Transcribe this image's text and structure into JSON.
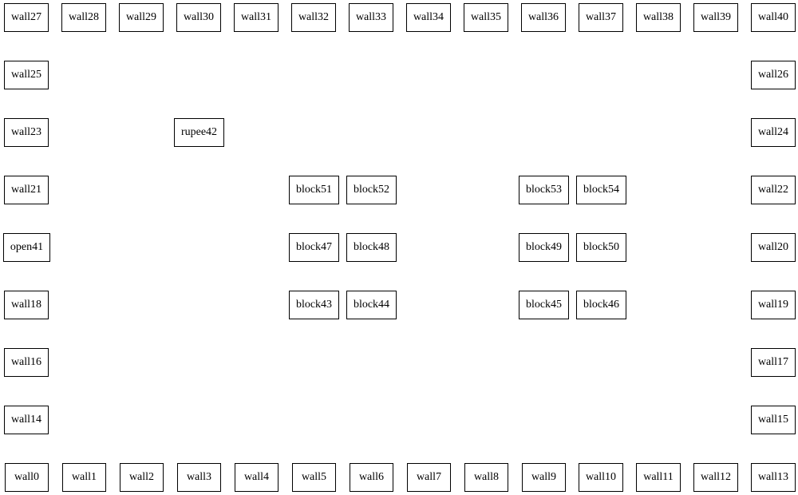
{
  "grid": {
    "nodes": [
      {
        "label": "wall27",
        "kind": "wall",
        "col": 0,
        "row": 0
      },
      {
        "label": "wall28",
        "kind": "wall",
        "col": 1,
        "row": 0
      },
      {
        "label": "wall29",
        "kind": "wall",
        "col": 2,
        "row": 0
      },
      {
        "label": "wall30",
        "kind": "wall",
        "col": 3,
        "row": 0
      },
      {
        "label": "wall31",
        "kind": "wall",
        "col": 4,
        "row": 0
      },
      {
        "label": "wall32",
        "kind": "wall",
        "col": 5,
        "row": 0
      },
      {
        "label": "wall33",
        "kind": "wall",
        "col": 6,
        "row": 0
      },
      {
        "label": "wall34",
        "kind": "wall",
        "col": 7,
        "row": 0
      },
      {
        "label": "wall35",
        "kind": "wall",
        "col": 8,
        "row": 0
      },
      {
        "label": "wall36",
        "kind": "wall",
        "col": 9,
        "row": 0
      },
      {
        "label": "wall37",
        "kind": "wall",
        "col": 10,
        "row": 0
      },
      {
        "label": "wall38",
        "kind": "wall",
        "col": 11,
        "row": 0
      },
      {
        "label": "wall39",
        "kind": "wall",
        "col": 12,
        "row": 0
      },
      {
        "label": "wall40",
        "kind": "wall",
        "col": 13,
        "row": 0
      },
      {
        "label": "wall25",
        "kind": "wall",
        "col": 0,
        "row": 1
      },
      {
        "label": "wall26",
        "kind": "wall",
        "col": 13,
        "row": 1
      },
      {
        "label": "wall23",
        "kind": "wall",
        "col": 0,
        "row": 2
      },
      {
        "label": "rupee42",
        "kind": "rupee",
        "col": 3,
        "row": 2
      },
      {
        "label": "wall24",
        "kind": "wall",
        "col": 13,
        "row": 2
      },
      {
        "label": "wall21",
        "kind": "wall",
        "col": 0,
        "row": 3
      },
      {
        "label": "block51",
        "kind": "block",
        "col": 5,
        "row": 3
      },
      {
        "label": "block52",
        "kind": "block",
        "col": 6,
        "row": 3
      },
      {
        "label": "block53",
        "kind": "block",
        "col": 9,
        "row": 3
      },
      {
        "label": "block54",
        "kind": "block",
        "col": 10,
        "row": 3
      },
      {
        "label": "wall22",
        "kind": "wall",
        "col": 13,
        "row": 3
      },
      {
        "label": "open41",
        "kind": "open",
        "col": 0,
        "row": 4
      },
      {
        "label": "block47",
        "kind": "block",
        "col": 5,
        "row": 4
      },
      {
        "label": "block48",
        "kind": "block",
        "col": 6,
        "row": 4
      },
      {
        "label": "block49",
        "kind": "block",
        "col": 9,
        "row": 4
      },
      {
        "label": "block50",
        "kind": "block",
        "col": 10,
        "row": 4
      },
      {
        "label": "wall20",
        "kind": "wall",
        "col": 13,
        "row": 4
      },
      {
        "label": "wall18",
        "kind": "wall",
        "col": 0,
        "row": 5
      },
      {
        "label": "block43",
        "kind": "block",
        "col": 5,
        "row": 5
      },
      {
        "label": "block44",
        "kind": "block",
        "col": 6,
        "row": 5
      },
      {
        "label": "block45",
        "kind": "block",
        "col": 9,
        "row": 5
      },
      {
        "label": "block46",
        "kind": "block",
        "col": 10,
        "row": 5
      },
      {
        "label": "wall19",
        "kind": "wall",
        "col": 13,
        "row": 5
      },
      {
        "label": "wall16",
        "kind": "wall",
        "col": 0,
        "row": 6
      },
      {
        "label": "wall17",
        "kind": "wall",
        "col": 13,
        "row": 6
      },
      {
        "label": "wall14",
        "kind": "wall",
        "col": 0,
        "row": 7
      },
      {
        "label": "wall15",
        "kind": "wall",
        "col": 13,
        "row": 7
      },
      {
        "label": "wall0",
        "kind": "wall",
        "col": 0,
        "row": 8
      },
      {
        "label": "wall1",
        "kind": "wall",
        "col": 1,
        "row": 8
      },
      {
        "label": "wall2",
        "kind": "wall",
        "col": 2,
        "row": 8
      },
      {
        "label": "wall3",
        "kind": "wall",
        "col": 3,
        "row": 8
      },
      {
        "label": "wall4",
        "kind": "wall",
        "col": 4,
        "row": 8
      },
      {
        "label": "wall5",
        "kind": "wall",
        "col": 5,
        "row": 8
      },
      {
        "label": "wall6",
        "kind": "wall",
        "col": 6,
        "row": 8
      },
      {
        "label": "wall7",
        "kind": "wall",
        "col": 7,
        "row": 8
      },
      {
        "label": "wall8",
        "kind": "wall",
        "col": 8,
        "row": 8
      },
      {
        "label": "wall9",
        "kind": "wall",
        "col": 9,
        "row": 8
      },
      {
        "label": "wall10",
        "kind": "wall",
        "col": 10,
        "row": 8
      },
      {
        "label": "wall11",
        "kind": "wall",
        "col": 11,
        "row": 8
      },
      {
        "label": "wall12",
        "kind": "wall",
        "col": 12,
        "row": 8
      },
      {
        "label": "wall13",
        "kind": "wall",
        "col": 13,
        "row": 8
      }
    ]
  }
}
